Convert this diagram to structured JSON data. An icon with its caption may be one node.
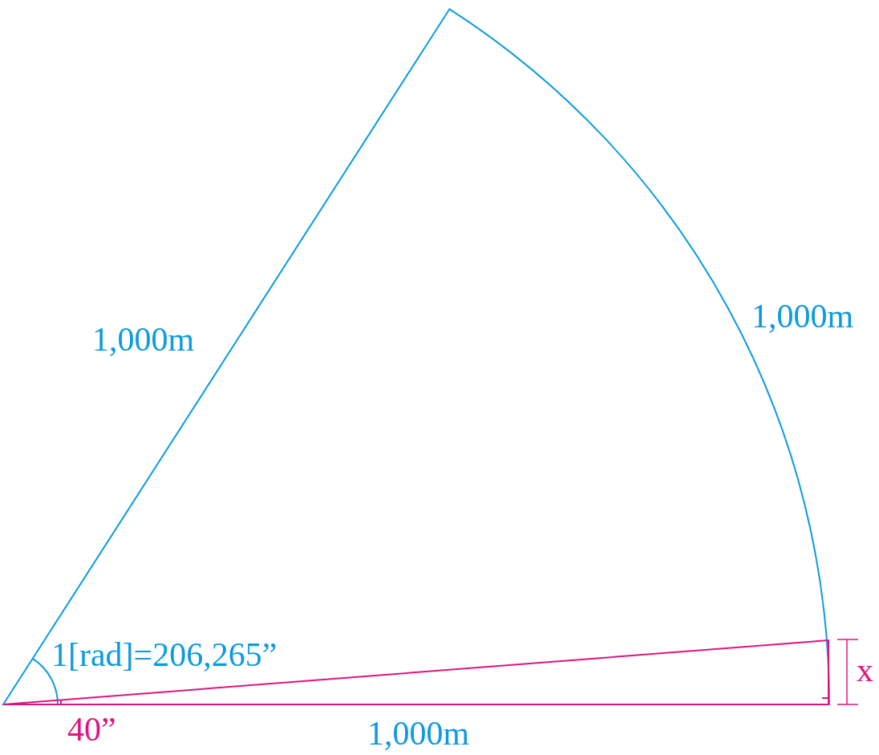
{
  "diagram": {
    "labels": [
      "1,000m",
      "1,000m",
      "1[rad]=206,265”",
      "x",
      "40”",
      "1,000m"
    ]
  }
}
